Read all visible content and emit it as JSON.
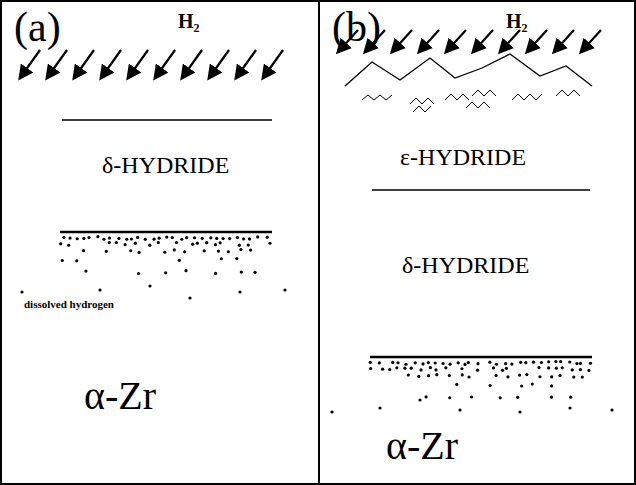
{
  "diagram": {
    "nodes": [
      {
        "text": [
          "(a)",
          "H₂",
          "δ-HYDRIDE",
          "dissolved hydrogen",
          "α-Zr"
        ]
      },
      {
        "text": [
          "(b)",
          "H₂",
          "ε-HYDRIDE",
          "δ-HYDRIDE",
          "α-Zr"
        ]
      }
    ]
  }
}
